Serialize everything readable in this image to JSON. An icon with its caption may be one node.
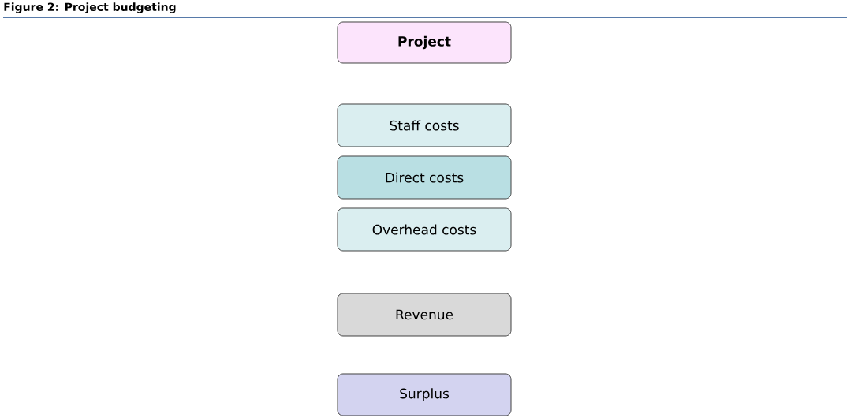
{
  "diagram": {
    "title": "Figure 2: Project budgeting",
    "nodes": [
      {
        "text": [
          "Project"
        ]
      },
      {
        "text": [
          "Staff costs"
        ]
      },
      {
        "text": [
          "Direct costs"
        ]
      },
      {
        "text": [
          "Overhead costs"
        ]
      },
      {
        "text": [
          "Revenue"
        ]
      },
      {
        "text": [
          "Surplus"
        ]
      }
    ]
  }
}
